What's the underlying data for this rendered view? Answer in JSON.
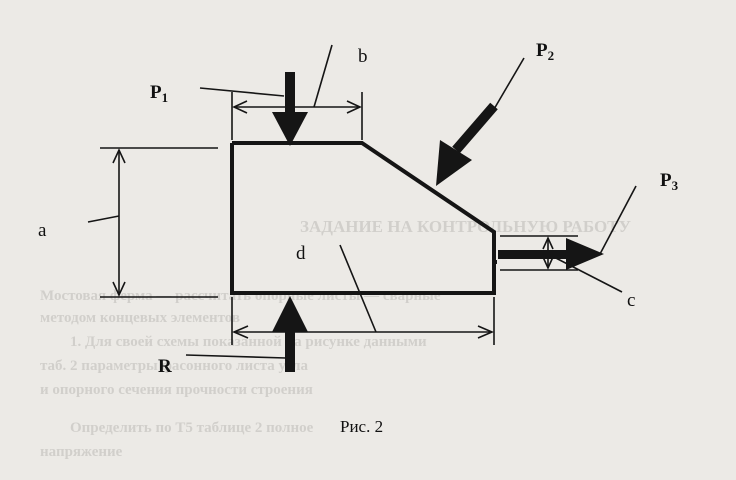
{
  "labels": {
    "a": "a",
    "b": "b",
    "c": "c",
    "d": "d",
    "P1": "P",
    "P1_sub": "1",
    "P2": "P",
    "P2_sub": "2",
    "P3": "P",
    "P3_sub": "3",
    "R": "R"
  },
  "caption": "Рис. 2",
  "bleed_through": {
    "heading": "ЗАДАНИЕ НА КОНТРОЛЬНУЮ РАБОТУ",
    "line1": "Мостовая ферма — рассчитать опорные листы — сварные",
    "line2": "методом концевых элементов",
    "line3": "1. Для своей схемы показанной на рисунке данными",
    "line4": "таб. 2 параметры фасонного листа узла",
    "line5": "и опорного сечения прочности строения",
    "line6": "Определить по Т5 таблице 2 полное",
    "line7": "напряжение"
  },
  "colors": {
    "paper": "#eceae6",
    "ink": "#151515",
    "ghost_text": "#c9c7c3"
  }
}
